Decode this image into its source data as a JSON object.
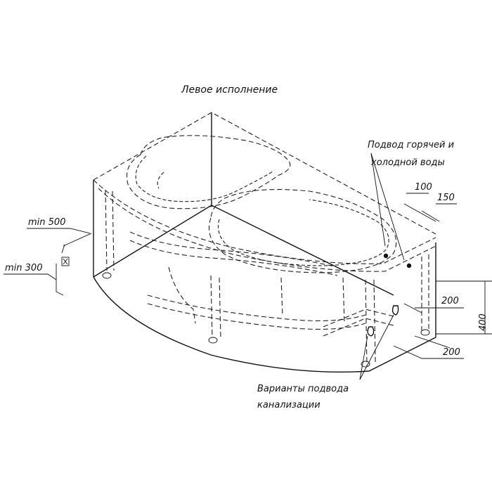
{
  "title": "Левое исполнение",
  "labels": {
    "water_supply_line1": "Подвод горячей и",
    "water_supply_line2": "холодной воды",
    "drain_line1": "Варианты подвода",
    "drain_line2": "канализации"
  },
  "dimensions": {
    "min500": "min 500",
    "min300": "min 300",
    "d100": "100",
    "d150": "150",
    "d200_upper": "200",
    "d400": "400",
    "d200_lower": "200"
  }
}
